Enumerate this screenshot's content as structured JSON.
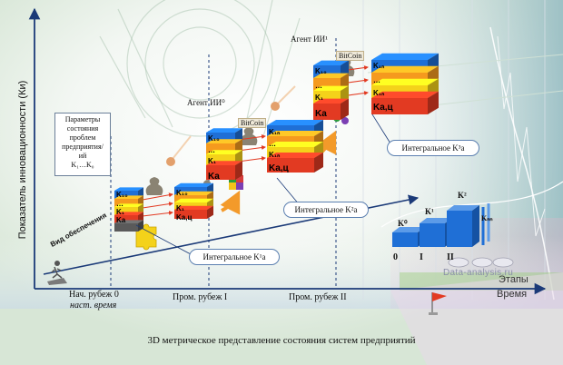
{
  "y_axis_title": "Показатель инновационности (Ки)",
  "params_box_lines": [
    "Параметры",
    "состояния",
    "проблем",
    "предприятия/",
    "ий",
    "K₁…K₀"
  ],
  "ensuring_label": "Вид обеспечения",
  "x_axis": {
    "stage_0": "Нач. рубеж 0",
    "stage_0_sub": "наст. время",
    "stage_1": "Пром. рубеж I",
    "stage_2": "Пром. рубеж II",
    "etapy": "Этапы",
    "time": "Время"
  },
  "agents": {
    "agent_1": "Агент ИИ⁰",
    "agent_2": "Агент ИИ¹"
  },
  "bitcoin_label": "BitCoin",
  "stacks": {
    "small": {
      "labels": [
        "K₁₀",
        "…",
        "K₁",
        "Ka",
        "Ka,ц"
      ]
    },
    "mid": {
      "left": [
        "K₁₀",
        "…",
        "K₁",
        "Ka"
      ],
      "right": [
        "K₁ₙ",
        "…",
        "K₁ₙ",
        "Ka,ц"
      ]
    },
    "large": {
      "left": [
        "K₁₀",
        "…",
        "K₁",
        "Ka"
      ],
      "right": [
        "K₁ₙ",
        "…",
        "K₁ₙ",
        "Ka,ц"
      ]
    }
  },
  "callouts": {
    "integral_1": "Интегральное K¹а",
    "integral_2": "Интегральное K²а",
    "integral_3": "Интегральное K³а"
  },
  "mini_chart": {
    "labels_top": [
      "K⁰",
      "K¹",
      "K²"
    ],
    "labels_bottom": [
      "0",
      "I",
      "II"
    ],
    "k_label": "Kₙₙ"
  },
  "watermark": "Data-analysis.ru",
  "caption": "3D метрическое представление состояния систем предприятий",
  "colors": {
    "blue": "#1f6fd6",
    "orange": "#f59a1e",
    "yellow": "#f4d21a",
    "red": "#e23a22",
    "gray": "#5a5a5a",
    "axis": "#1b3a78"
  }
}
